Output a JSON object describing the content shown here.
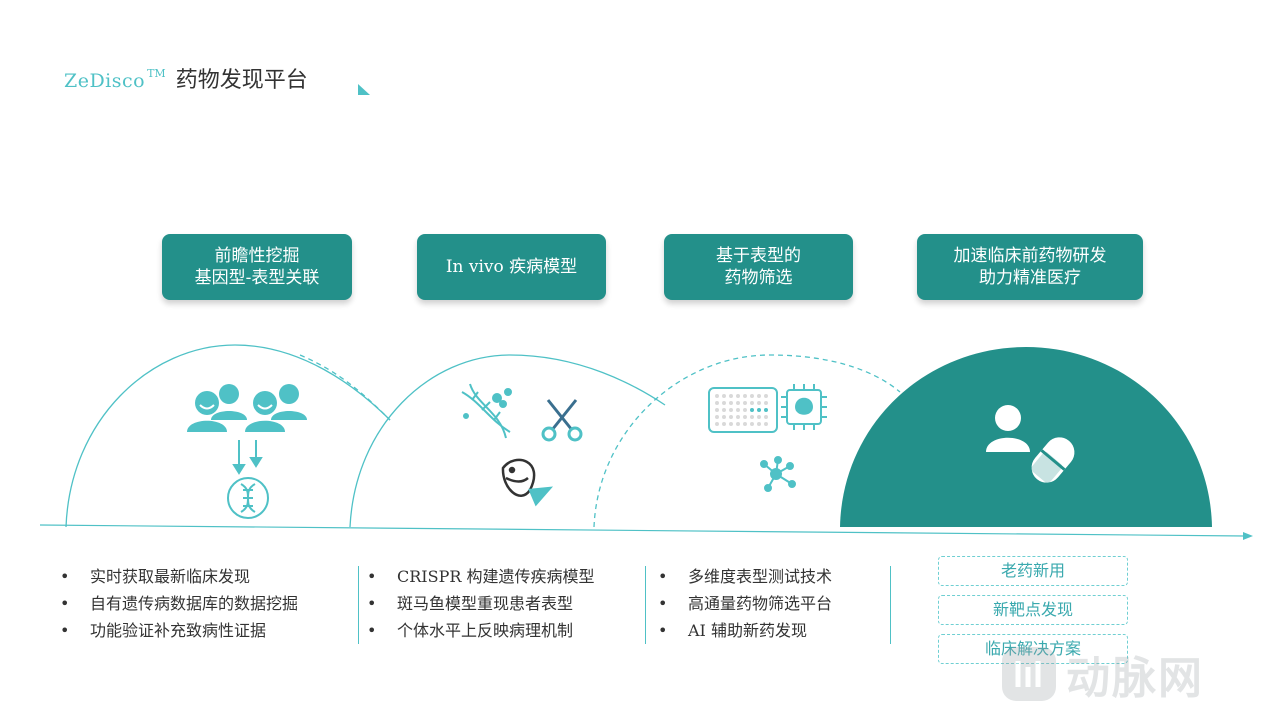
{
  "header": {
    "brand": "ZeDisco",
    "trademark": "TM",
    "title": "药物发现平台"
  },
  "stages": [
    {
      "lines": [
        "前瞻性挖掘",
        "基因型-表型关联"
      ]
    },
    {
      "lines": [
        "In vivo 疾病模型"
      ]
    },
    {
      "lines": [
        "基于表型的",
        "药物筛选"
      ]
    },
    {
      "lines": [
        "加速临床前药物研发",
        "助力精准医疗"
      ]
    }
  ],
  "lists": [
    [
      "实时获取最新临床发现",
      "自有遗传病数据库的数据挖掘",
      "功能验证补充致病性证据"
    ],
    [
      "CRISPR 构建遗传疾病模型",
      "斑马鱼模型重现患者表型",
      "个体水平上反映病理机制"
    ],
    [
      "多维度表型测试技术",
      "高通量药物筛选平台",
      "AI 辅助新药发现"
    ]
  ],
  "outcomes": [
    "老药新用",
    "新靶点发现",
    "临床解决方案"
  ],
  "watermark": {
    "text": "动脉网"
  },
  "icons": {
    "stage1": [
      "people-icon",
      "arrows-down-icon",
      "dna-icon"
    ],
    "stage2": [
      "dna-helix-icon",
      "scissors-icon",
      "fish-icon"
    ],
    "stage3": [
      "well-plate-icon",
      "chip-brain-icon",
      "molecule-icon"
    ],
    "stage4": [
      "person-pill-icon"
    ]
  },
  "colors": {
    "accent": "#4fc1c6",
    "teal_dark": "#23908a",
    "text": "#333333"
  }
}
